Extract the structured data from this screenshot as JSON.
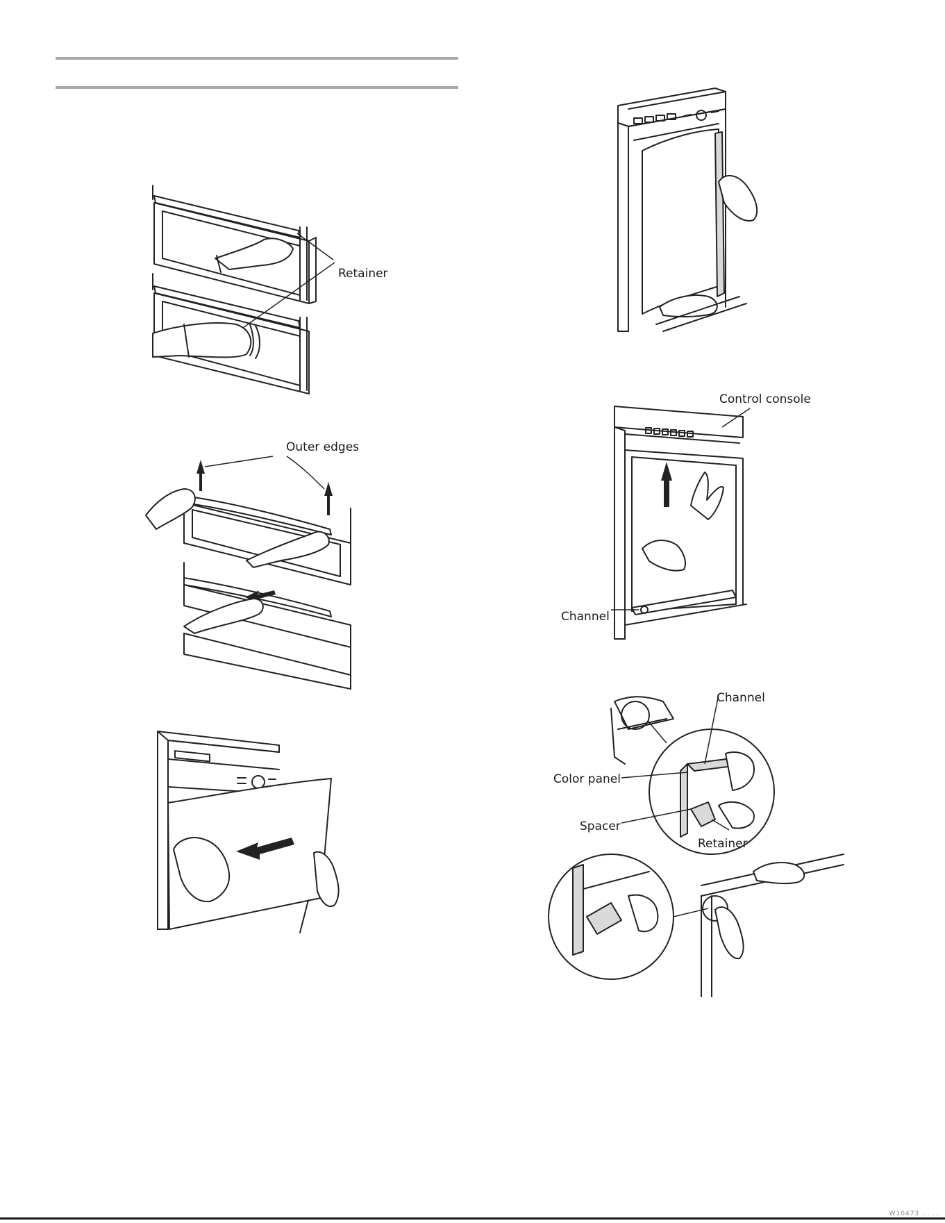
{
  "figures": {
    "fig1": {
      "labels": {
        "retainer": "Retainer"
      }
    },
    "fig2": {
      "labels": {
        "outer_edges": "Outer edges"
      }
    },
    "fig3": {
      "labels": {}
    },
    "fig4": {
      "labels": {}
    },
    "fig5": {
      "labels": {
        "control_console": "Control console",
        "channel": "Channel"
      }
    },
    "fig6": {
      "labels": {
        "channel": "Channel",
        "color_panel": "Color panel",
        "spacer": "Spacer",
        "retainer": "Retainer"
      }
    }
  },
  "footer": {
    "code": "W10473 ... ..."
  }
}
